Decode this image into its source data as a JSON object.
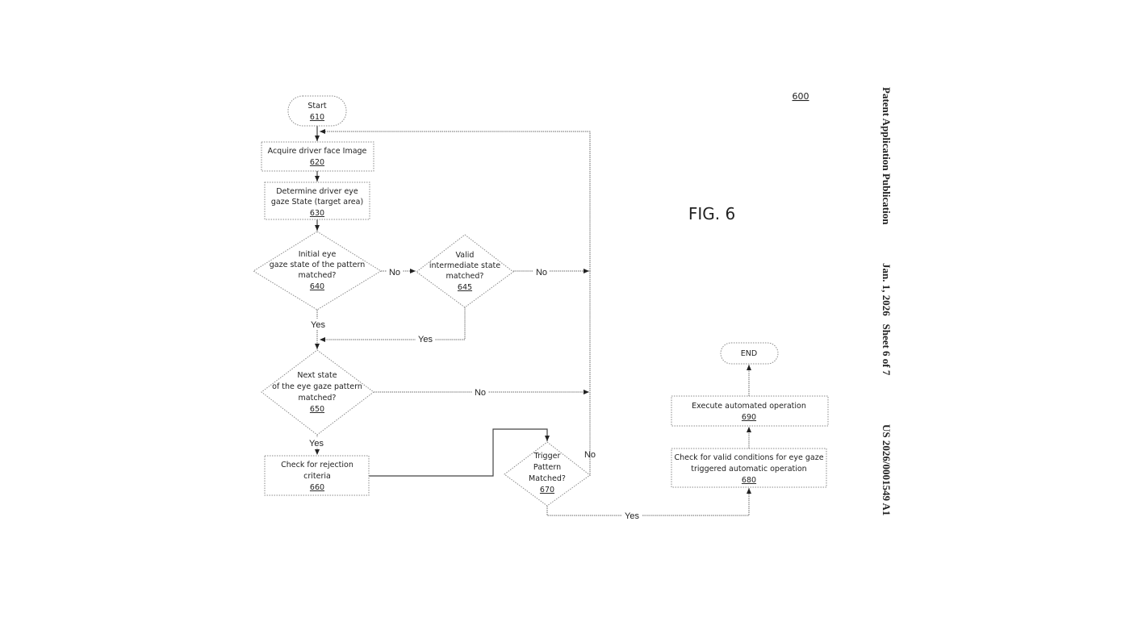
{
  "header": {
    "publication": "Patent Application Publication",
    "date_sheet": "Jan. 1, 2026   Sheet 6 of 7",
    "number": "US 2026/0001549 A1"
  },
  "figure": {
    "label": "FIG. 6",
    "ref": "600"
  },
  "nodes": {
    "start": {
      "text": [
        "Start"
      ],
      "ref": "610"
    },
    "acquire": {
      "text": [
        "Acquire driver face Image"
      ],
      "ref": "620"
    },
    "determine": {
      "text": [
        "Determine driver eye",
        "gaze State (target area)"
      ],
      "ref": "630"
    },
    "initial": {
      "text": [
        "Initial eye",
        "gaze state of the pattern",
        "matched?"
      ],
      "ref": "640"
    },
    "intermediate": {
      "text": [
        "Valid",
        "intermediate state",
        "matched?"
      ],
      "ref": "645"
    },
    "next": {
      "text": [
        "Next state",
        "of the eye gaze pattern",
        "matched?"
      ],
      "ref": "650"
    },
    "rejection": {
      "text": [
        "Check for rejection",
        "criteria"
      ],
      "ref": "660"
    },
    "trigger": {
      "text": [
        "Trigger",
        "Pattern",
        "Matched?"
      ],
      "ref": "670"
    },
    "conditions": {
      "text": [
        "Check for valid conditions for eye gaze",
        "triggered automatic operation"
      ],
      "ref": "680"
    },
    "execute": {
      "text": [
        "Execute automated operation"
      ],
      "ref": "690"
    },
    "end": {
      "text": [
        "END"
      ],
      "ref": ""
    }
  },
  "edge_labels": {
    "no_640": "No",
    "no_645": "No",
    "yes_640": "Yes",
    "yes_645": "Yes",
    "no_650": "No",
    "yes_650": "Yes",
    "no_670": "No",
    "yes_670": "Yes"
  }
}
